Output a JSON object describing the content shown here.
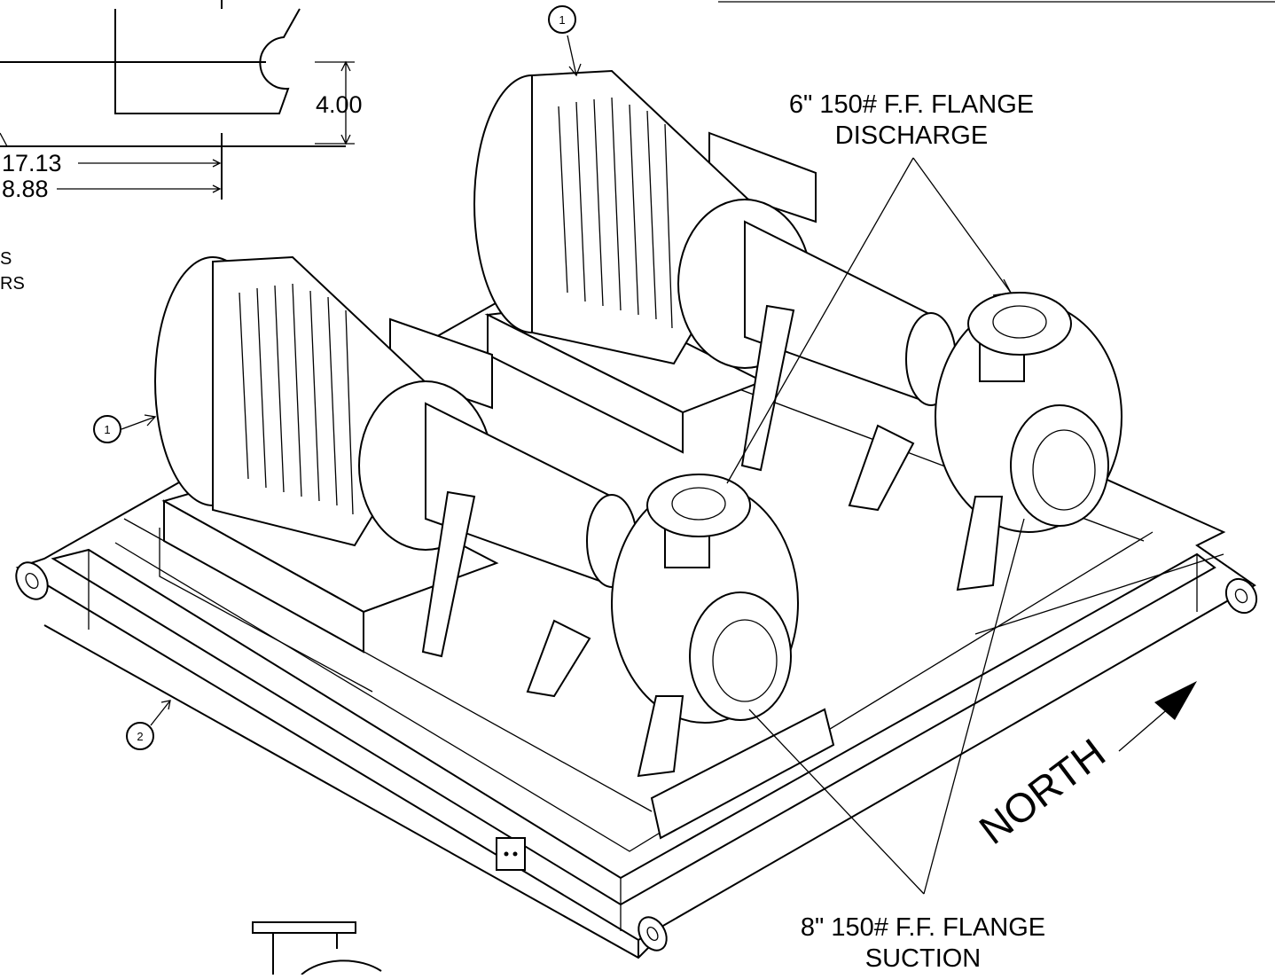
{
  "dimensions": {
    "height": "4.00",
    "dim_a": "17.13",
    "dim_b": "8.88"
  },
  "side_text": {
    "line1": "S",
    "line2": "RS"
  },
  "callouts": {
    "discharge_line1": "6\" 150# F.F. FLANGE",
    "discharge_line2": "DISCHARGE",
    "suction_line1": "8\" 150# F.F. FLANGE",
    "suction_line2": "SUCTION",
    "north": "NORTH"
  },
  "balloons": {
    "motor_rear": "1",
    "motor_front": "1",
    "skid": "2"
  }
}
